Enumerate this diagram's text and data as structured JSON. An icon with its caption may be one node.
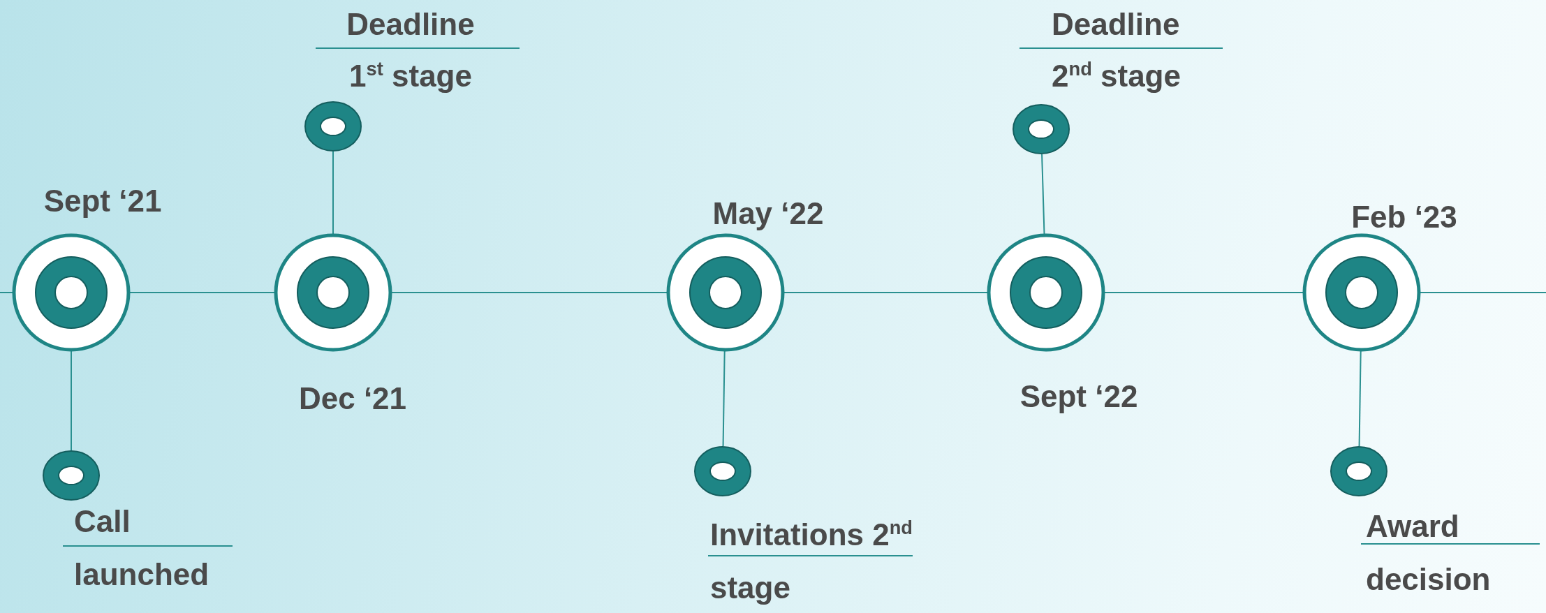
{
  "diagram": {
    "nodes": [
      {
        "text": [
          "Sept ‘21"
        ]
      },
      {
        "text": [
          "Call launched"
        ]
      },
      {
        "text": [
          "Dec ‘21"
        ]
      },
      {
        "text": [
          "Deadline 1$^{st}$ stage"
        ]
      },
      {
        "text": [
          "May ‘22"
        ]
      },
      {
        "text": [
          "Invitations 2$^{nd}$ stage"
        ]
      },
      {
        "text": [
          "Sept ‘22"
        ]
      },
      {
        "text": [
          "Deadline 2$^{nd}$ stage"
        ]
      },
      {
        "text": [
          "Feb ‘23"
        ]
      },
      {
        "text": [
          "Award decision"
        ]
      }
    ],
    "edges": [
      {
        "from": null,
        "to": 0,
        "arrow": "none"
      },
      {
        "from": 0,
        "to": 2,
        "arrow": "none"
      },
      {
        "from": 2,
        "to": 4,
        "arrow": "none"
      },
      {
        "from": 4,
        "to": 6,
        "arrow": "none"
      },
      {
        "from": 6,
        "to": 8,
        "arrow": "none"
      },
      {
        "from": 8,
        "to": null,
        "arrow": "none"
      },
      {
        "from": 0,
        "to": 1,
        "arrow": "none"
      },
      {
        "from": 2,
        "to": 3,
        "arrow": "none"
      },
      {
        "from": 4,
        "to": 5,
        "arrow": "none"
      },
      {
        "from": 6,
        "to": 7,
        "arrow": "none"
      },
      {
        "from": 8,
        "to": 9,
        "arrow": "none"
      }
    ]
  }
}
